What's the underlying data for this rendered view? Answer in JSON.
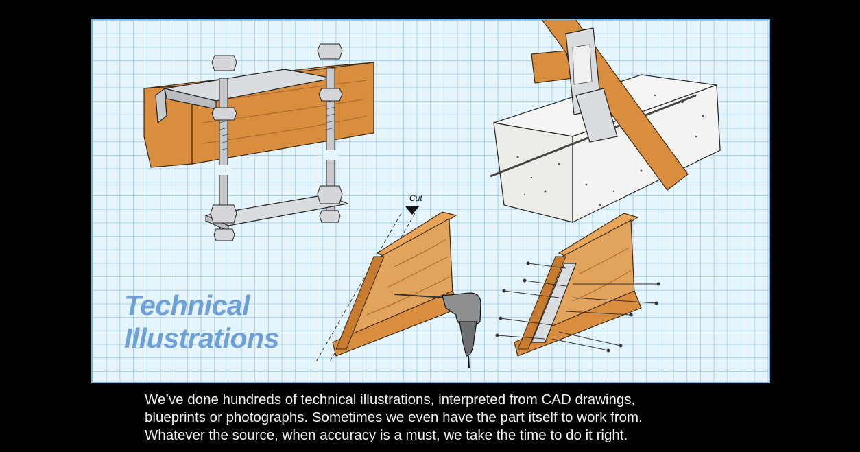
{
  "panel": {
    "title_line1": "Technical",
    "title_line2": "Illustrations",
    "cut_label": "Cut",
    "colors": {
      "background": "#000000",
      "grid_paper": "#e6f4fb",
      "grid_lines": "#78b4dc",
      "title": "#6e9fd6",
      "wood": "#d98e3f",
      "concrete": "#f3f3f1",
      "metal": "#d9dcdf"
    }
  },
  "caption": {
    "line1": "We’ve done hundreds of technical illustrations, interpreted from CAD drawings,",
    "line2": "blueprints or photographs. Sometimes we even have the part itself to work from.",
    "line3": "Whatever the source, when accuracy is a must, we take the time to do it right."
  },
  "illustrations": [
    "bolted-bracket-on-beam-illustration",
    "rafter-tie-on-concrete-wall-illustration",
    "i-joist-drilling-illustration",
    "i-joist-hanger-nailing-illustration"
  ]
}
